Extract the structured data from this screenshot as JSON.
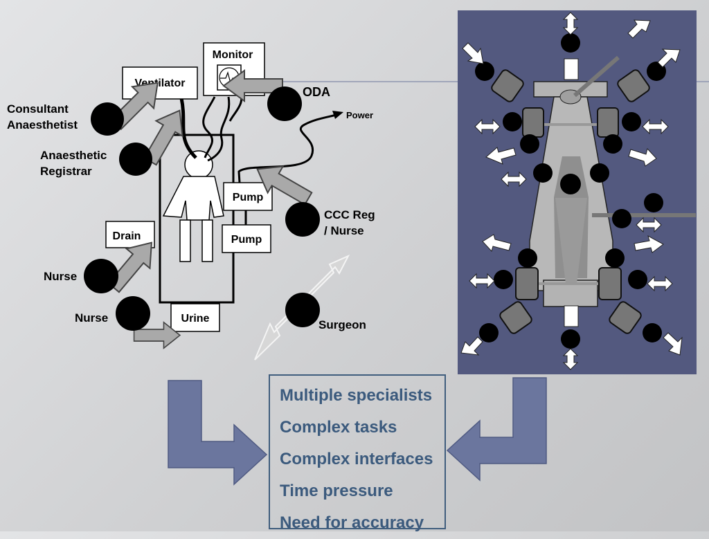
{
  "colors": {
    "panel_bg": "#53597f",
    "callout_arrow": "#6b769e",
    "text_accent": "#3b5a7d"
  },
  "labels": {
    "monitor": "Monitor",
    "ventilator": "Ventilator",
    "oda": "ODA",
    "power": "Power",
    "consultant_line1": "Consultant",
    "consultant_line2": "Anaesthetist",
    "registrar_line1": "Anaesthetic",
    "registrar_line2": "Registrar",
    "pump1": "Pump",
    "pump2": "Pump",
    "ccc_line1": "CCC Reg",
    "ccc_line2": "/ Nurse",
    "drain": "Drain",
    "nurse1": "Nurse",
    "nurse2": "Nurse",
    "urine": "Urine",
    "surgeon": "Surgeon"
  },
  "factors": [
    "Multiple specialists",
    "Complex tasks",
    "Complex interfaces",
    "Time pressure",
    "Need for accuracy"
  ]
}
